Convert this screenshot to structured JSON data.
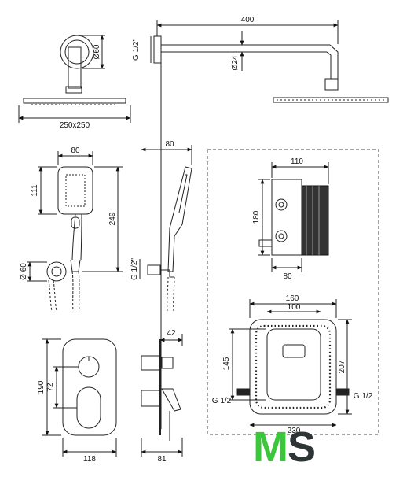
{
  "dimensions": {
    "arm_length": "400",
    "arm_thread": "G 1/2\"",
    "wall_flange": "Ø60",
    "arm_tube": "Ø24",
    "head_size": "250x250",
    "handshower_width": "80",
    "handshower_face": "111",
    "handshower_length": "249",
    "holder_diameter": "Ø 60",
    "hose_thread": "G 1/2\"",
    "rail_offset": "80",
    "box_width": "110",
    "box_height": "180",
    "box_depth": "80",
    "cover_width": "160",
    "cover_inner": "100",
    "cutout_height": "145",
    "box_full_height": "207",
    "box_bottom_width": "230",
    "inlet_left": "G 1/2",
    "inlet_right": "G 1/2",
    "plate_height": "190",
    "lever_offset": "72",
    "plate_width": "118",
    "mixer_projection": "42",
    "mixer_depth": "81"
  },
  "brand": {
    "letter_1": "M",
    "letter_2": "S",
    "color_1": "#3cc63c",
    "color_2": "#2f3437"
  },
  "colors": {
    "line": "#222222",
    "dashed_frame": "#444444"
  }
}
